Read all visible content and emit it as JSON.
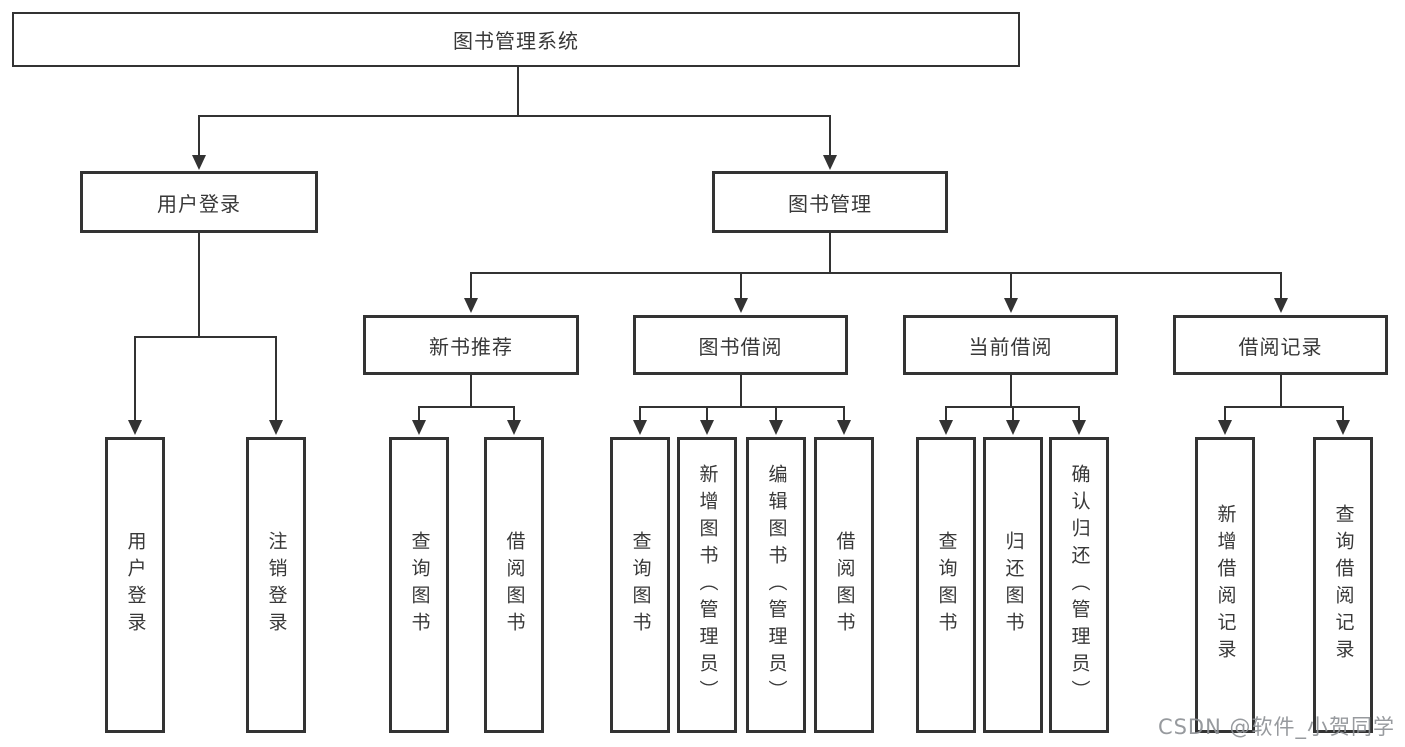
{
  "diagram": {
    "title": "图书管理系统",
    "root": {
      "label": "图书管理系统"
    },
    "branches": [
      {
        "label": "用户登录",
        "leaves": [
          "用户登录",
          "注销登录"
        ]
      },
      {
        "label": "图书管理",
        "children": [
          {
            "label": "新书推荐",
            "leaves": [
              "查询图书",
              "借阅图书"
            ]
          },
          {
            "label": "图书借阅",
            "leaves": [
              "查询图书",
              "新增图书（管理员）",
              "编辑图书（管理员）",
              "借阅图书"
            ]
          },
          {
            "label": "当前借阅",
            "leaves": [
              "查询图书",
              "归还图书",
              "确认归还（管理员）"
            ]
          },
          {
            "label": "借阅记录",
            "leaves": [
              "新增借阅记录",
              "查询借阅记录"
            ]
          }
        ]
      }
    ]
  },
  "watermark": {
    "text": "CSDN @软件_小贺同学"
  },
  "colors": {
    "line": "#333333",
    "box_border": "#333333",
    "text": "#383838",
    "background": "#ffffff",
    "watermark": "#8e9196"
  }
}
